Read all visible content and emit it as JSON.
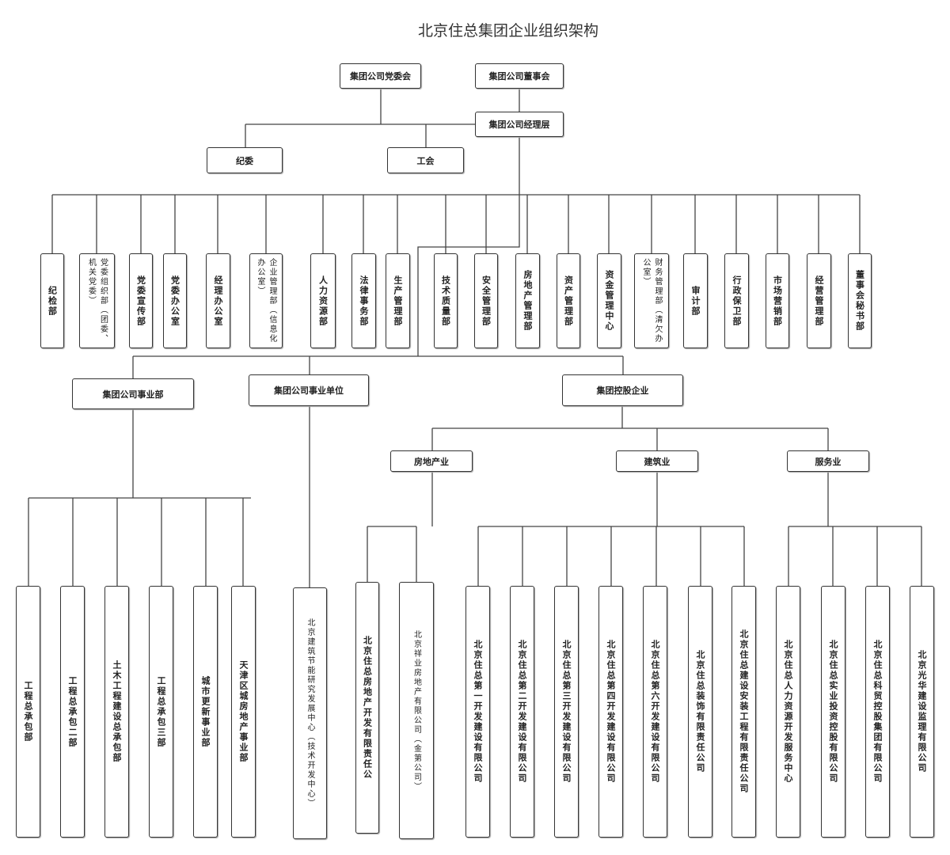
{
  "title": "北京住总集团企业组织架构",
  "top": {
    "party_committee": "集团公司党委会",
    "board": "集团公司董事会",
    "management": "集团公司经理层",
    "discipline": "纪委",
    "union": "工会"
  },
  "departments": [
    "纪检部",
    "党委组织部（团委、机关党委）",
    "党委宣传部",
    "党委办公室",
    "经理办公室",
    "企业管理部（信息化办公室）",
    "人力资源部",
    "法律事务部",
    "生产管理部",
    "技术质量部",
    "安全管理部",
    "房地产管理部",
    "资产管理部",
    "资金管理中心",
    "财务管理部（清欠办公室）",
    "审计部",
    "行政保卫部",
    "市场营销部",
    "经营管理部",
    "董事会秘书部"
  ],
  "groups": {
    "business_divisions": "集团公司事业部",
    "institutions": "集团公司事业单位",
    "holdings": "集团控股企业"
  },
  "business_divisions": [
    "工程总承包部",
    "工程总承包二部",
    "土木工程建设总承包部",
    "工程总承包三部",
    "城市更新事业部",
    "天津区城房地产事业部"
  ],
  "institutions": [
    "北京建筑节能研究发展中心（技术开发中心）"
  ],
  "sectors": {
    "real_estate": "房地产业",
    "construction": "建筑业",
    "services": "服务业"
  },
  "real_estate": [
    "北京住总房地产开发有限责任公",
    "北京祥业房地产有限公司（金第公司）"
  ],
  "construction": [
    "北京住总第一开发建设有限公司",
    "北京住总第二开发建设有限公司",
    "北京住总第三开发建设有限公司",
    "北京住总第四开发建设有限公司",
    "北京住总第六开发建设有限公司",
    "北京住总装饰有限责任公司",
    "北京住总建设安装工程有限责任公司"
  ],
  "services": [
    "北京住总人力资源开发服务中心",
    "北京住总实业投资控股有限公司",
    "北京住总科贸控股集团有限公司",
    "北京光华建设监理有限公司"
  ]
}
